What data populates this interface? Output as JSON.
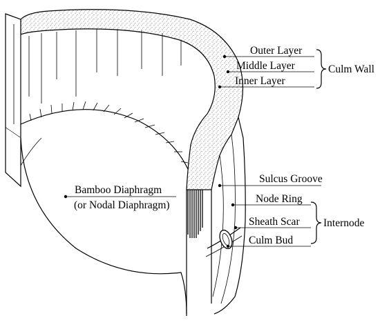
{
  "diagram": {
    "wall_layers": [
      "Outer Layer",
      "Middle Layer",
      "Inner Layer"
    ],
    "wall_group_label": "Culm Wall",
    "internode_parts": [
      "Sulcus Groove",
      "Node Ring",
      "Sheath Scar",
      "Culm Bud"
    ],
    "internode_group_label": "Internode",
    "diaphragm_label_line1": "Bamboo Diaphragm",
    "diaphragm_label_line2": "(or Nodal Diaphragm)"
  },
  "colors": {
    "stroke": "#000000",
    "background": "#ffffff",
    "stipple": "#555555"
  }
}
